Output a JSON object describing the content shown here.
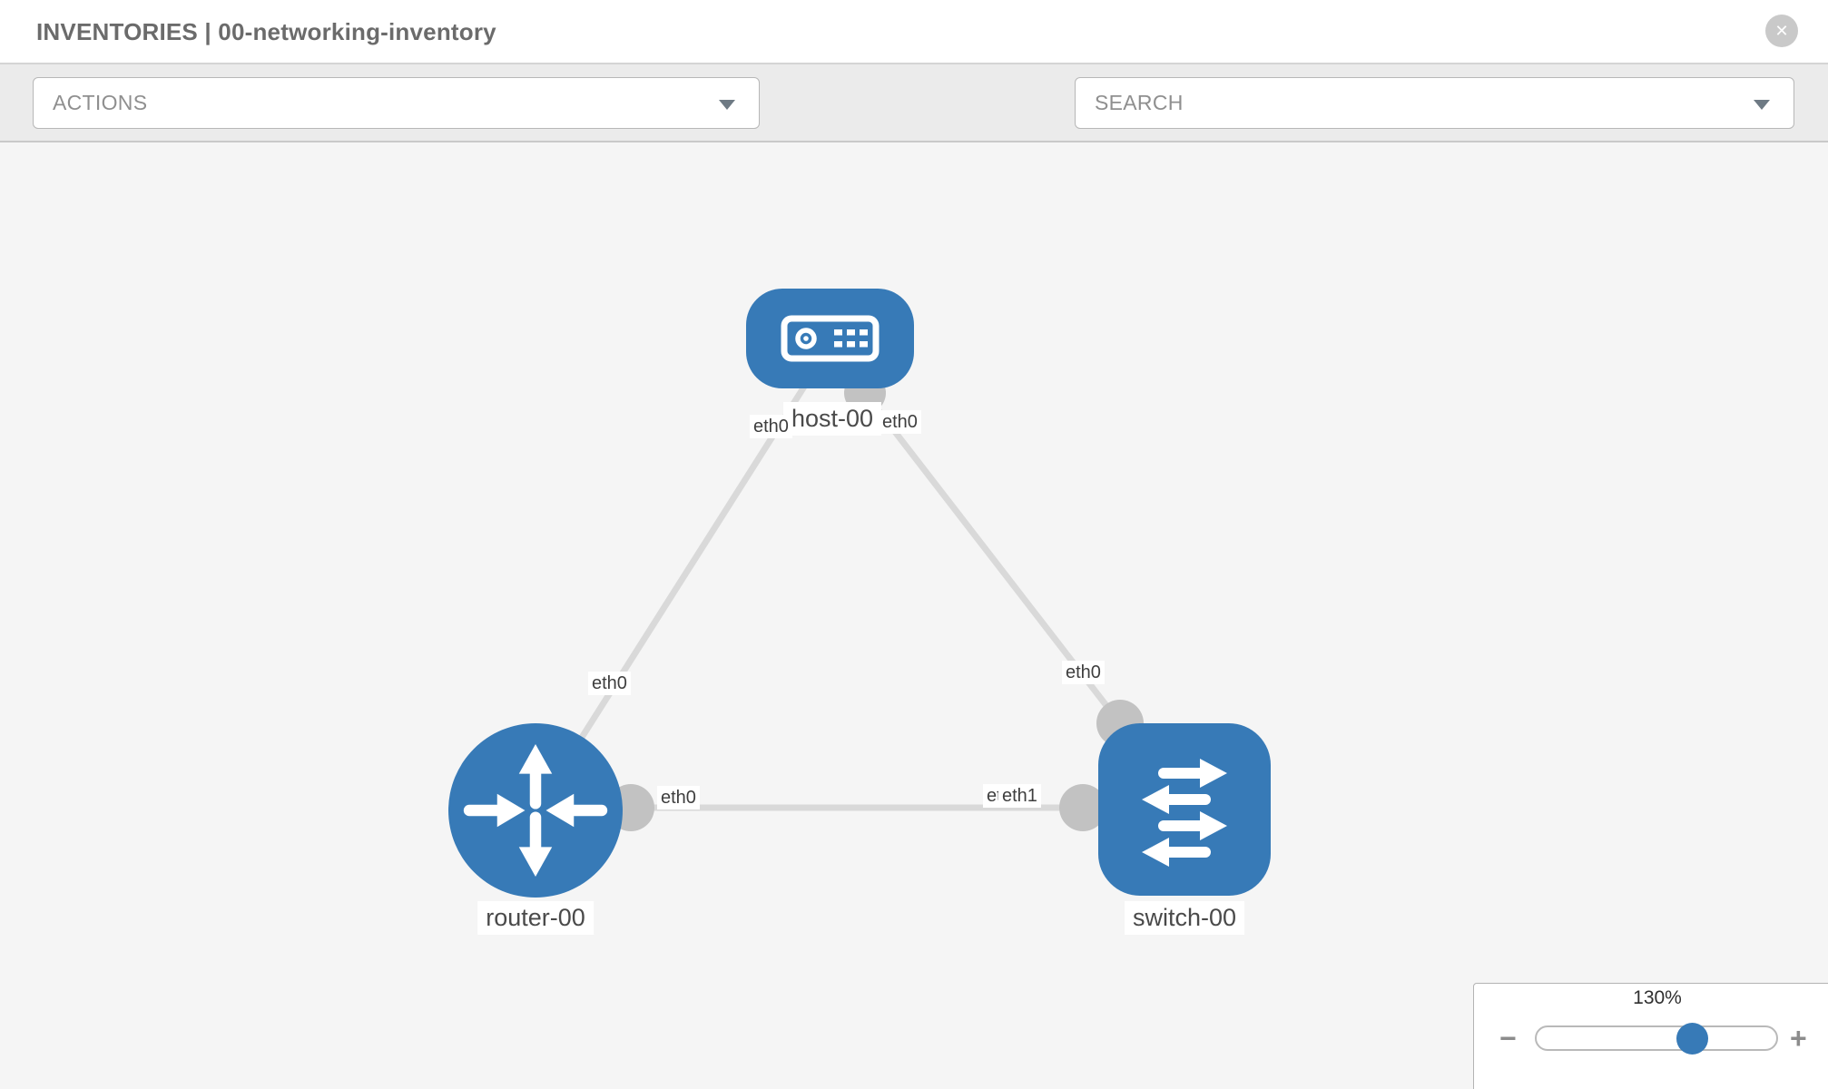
{
  "window": {
    "title": "INVENTORIES | 00-networking-inventory",
    "close_glyph": "✕"
  },
  "toolbar": {
    "actions_label": "ACTIONS",
    "search_placeholder": "SEARCH",
    "icons": [
      "wrench-icon",
      "key-icon",
      "chevron-down-icon"
    ]
  },
  "topology": {
    "nodes": [
      {
        "id": "host-00",
        "label": "host-00",
        "type": "host",
        "icon": "server-icon",
        "color": "#377ab7"
      },
      {
        "id": "router-00",
        "label": "router-00",
        "type": "router",
        "icon": "router-arrows-icon",
        "color": "#377ab7"
      },
      {
        "id": "switch-00",
        "label": "switch-00",
        "type": "switch",
        "icon": "switch-arrows-icon",
        "color": "#377ab7"
      }
    ],
    "links": [
      {
        "from": "router-00",
        "to": "host-00",
        "from_label": "eth0",
        "to_label": "eth0"
      },
      {
        "from": "switch-00",
        "to": "host-00",
        "from_label": "eth0",
        "to_label": "eth0"
      },
      {
        "from": "router-00",
        "to": "switch-00",
        "from_label": "eth0",
        "to_label_under": "eth0",
        "to_label_over": "eth1"
      }
    ]
  },
  "zoom_panel": {
    "level": "130%",
    "zoom_out_glyph": "−",
    "zoom_in_glyph": "+"
  },
  "colors": {
    "node_blue": "#377ab7",
    "link_gray": "#d9d9d9",
    "endpoint_gray": "#c2c2c2",
    "canvas_bg": "#f5f5f5",
    "toolbar_bg": "#ebebeb",
    "knob_blue": "#377ab7"
  }
}
